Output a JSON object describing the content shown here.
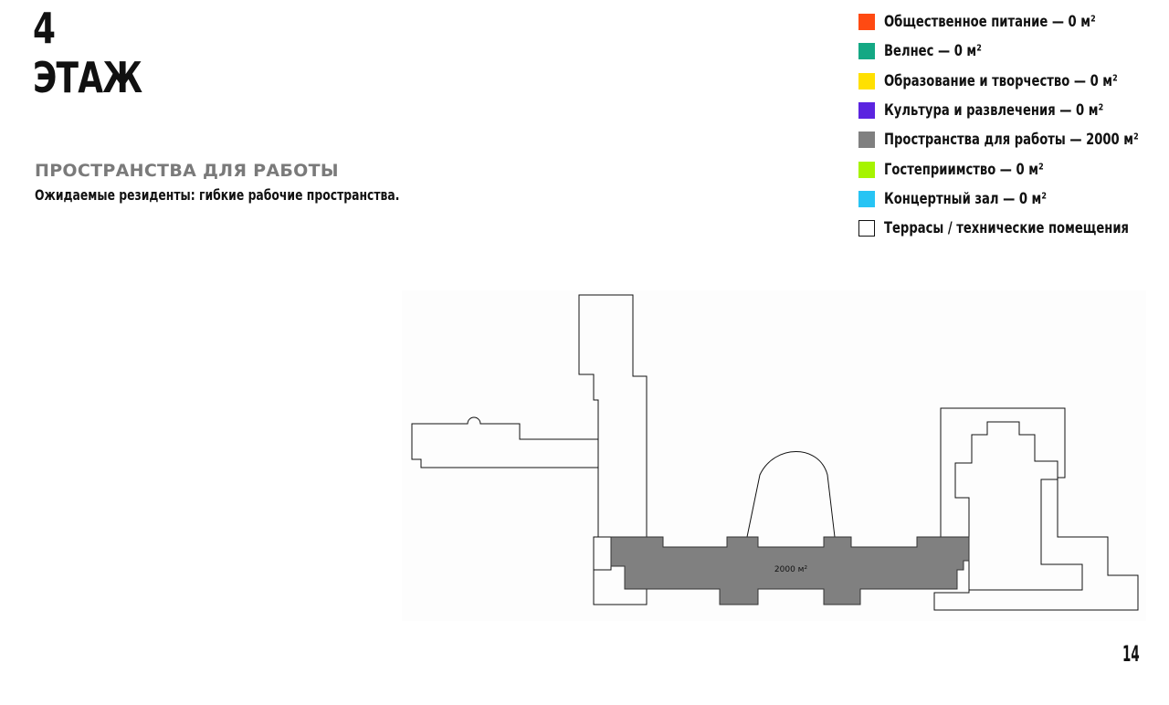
{
  "floor": {
    "number": "4",
    "label": "ЭТАЖ"
  },
  "section": {
    "heading": "ПРОСТРАНСТВА ДЛЯ РАБОТЫ",
    "description": "Ожидаемые резиденты: гибкие рабочие пространства."
  },
  "legend": [
    {
      "label": "Общественное питание — 0 м²",
      "color": "#ff4a12"
    },
    {
      "label": "Велнес — 0 м²",
      "color": "#14a884"
    },
    {
      "label": "Образование и творчество — 0 м²",
      "color": "#ffe000"
    },
    {
      "label": "Культура и развлечения — 0 м²",
      "color": "#5b24e0"
    },
    {
      "label": "Пространства для работы — 2000 м²",
      "color": "#808080"
    },
    {
      "label": "Гостеприимство — 0 м²",
      "color": "#a6f400"
    },
    {
      "label": "Концертный зал — 0 м²",
      "color": "#27c4f4"
    },
    {
      "label": "Террасы / технические помещения",
      "color": "#ffffff"
    }
  ],
  "plan": {
    "work_area_label": "2000 м²",
    "work_area_color": "#808080"
  },
  "page_number": "14"
}
